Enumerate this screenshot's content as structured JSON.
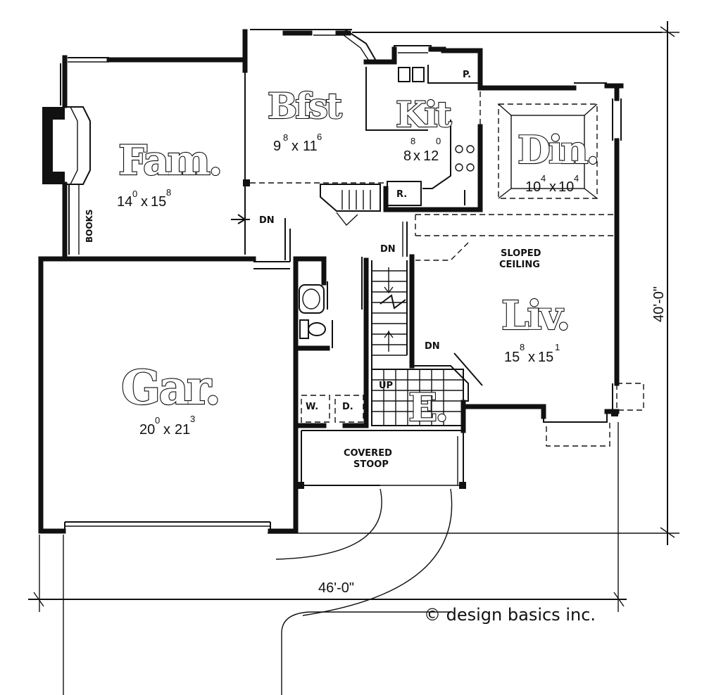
{
  "rooms": {
    "fam": {
      "name": "Fam.",
      "w": "14",
      "w_sup": "0",
      "h": "15",
      "h_sup": "8"
    },
    "bfst": {
      "name": "Bfst",
      "w": "9",
      "w_sup": "8",
      "h": "11",
      "h_sup": "6"
    },
    "kit": {
      "name": "Kit",
      "w": "8",
      "w_sup": "8",
      "h": "12",
      "h_sup": "0"
    },
    "din": {
      "name": "Din.",
      "w": "10",
      "w_sup": "4",
      "h": "10",
      "h_sup": "4"
    },
    "liv": {
      "name": "Liv.",
      "w": "15",
      "w_sup": "8",
      "h": "15",
      "h_sup": "1"
    },
    "gar": {
      "name": "Gar.",
      "w": "20",
      "w_sup": "0",
      "h": "21",
      "h_sup": "3"
    },
    "entry": {
      "name": "E."
    }
  },
  "labels": {
    "books": "BOOKS",
    "dn_fam": "DN",
    "dn_stair": "DN",
    "dn_liv": "DN",
    "up": "UP",
    "pantry": "P.",
    "refrigerator": "R.",
    "washer": "W.",
    "dryer": "D.",
    "sloped_1": "SLOPED",
    "sloped_2": "CEILING",
    "stoop_1": "COVERED",
    "stoop_2": "STOOP"
  },
  "dimensions": {
    "overall_width": "46'-0\"",
    "overall_depth": "40'-0\""
  },
  "credit": "© design basics inc."
}
